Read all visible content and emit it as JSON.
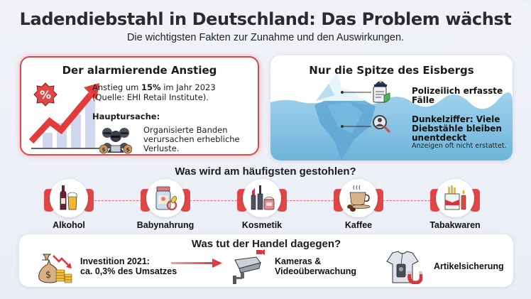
{
  "header": {
    "title": "Ladendiebstahl in Deutschland: Das Problem wächst",
    "subtitle": "Die wichtigsten Fakten zur Zunahme und den Auswirkungen."
  },
  "rise_panel": {
    "title": "Der alarmierende Anstieg",
    "badge": "%",
    "stat_prefix": "Anstieg um ",
    "stat_value": "15%",
    "stat_suffix": " im Jahr 2023",
    "source": "(Quelle: EHI Retail Institute).",
    "cause_heading": "Hauptursache:",
    "cause_text": "Organisierte Banden verursachen erhebliche Verluste.",
    "accent_color": "#e04848"
  },
  "iceberg_panel": {
    "title": "Nur die Spitze des Eisbergs",
    "top_label": "Polizeilich erfasste Fälle",
    "bottom_label": "Dunkelziffer: Viele Diebstähle bleiben unentdeckt",
    "bottom_note": "Anzeigen oft nicht erstattet.",
    "water_color": "#7fc0e2"
  },
  "stolen_section": {
    "title": "Was wird am häufigsten gestohlen?",
    "items": [
      {
        "label": "Alkohol",
        "icon": "wine-beer-icon"
      },
      {
        "label": "Babynahrung",
        "icon": "baby-food-jar-icon"
      },
      {
        "label": "Kosmetik",
        "icon": "cosmetics-icon"
      },
      {
        "label": "Kaffee",
        "icon": "coffee-cup-icon"
      },
      {
        "label": "Tabakwaren",
        "icon": "cigarettes-lighter-icon"
      }
    ]
  },
  "actions_panel": {
    "title": "Was tut der Handel dagegen?",
    "investment_line1": "Investition 2021:",
    "investment_line2": "ca. 0,3% des Umsatzes",
    "camera_line1": "Kameras &",
    "camera_line2": "Videoüberwachung",
    "tag_label": "Artikelsicherung"
  }
}
